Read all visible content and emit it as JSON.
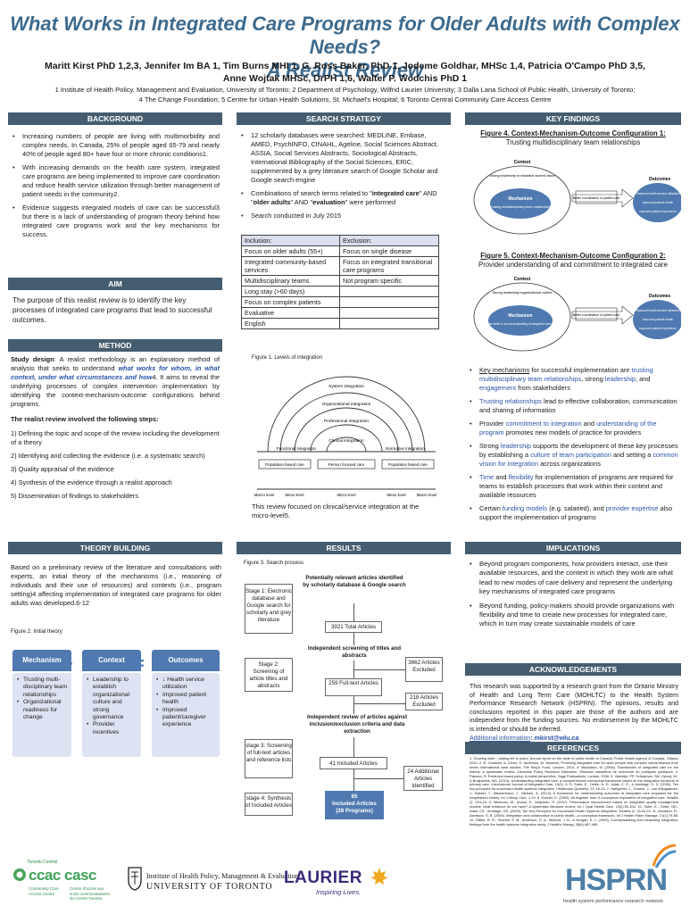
{
  "header": {
    "title_line1": "What Works in Integrated Care Programs for Older Adults with Complex Needs?",
    "title_line2": "A Realist Review",
    "authors_line1": "Maritt Kirst PhD 1,2,3, Jennifer Im BA 1, Tim Burns MHI 1, G. Ross Baker, PhD 1, Jodeme Goldhar, MHSc 1,4, Patricia O'Campo PhD 3,5,",
    "authors_line2": "Anne Wojtak MHSc, DrPH 1,6, Walter P. Wodchis PhD 1",
    "affiliations_line1": "1 Institute of Health Policy, Management and Evaluation, University of Toronto; 2 Department of Psychology, Wilfrid Laurier University; 3 Dalla Lana School of Public Health, University of Toronto;",
    "affiliations_line2": "4 The Change Foundation; 5 Centre for Urban Health Solutions, St. Michael's Hospital; 6 Toronto Central Community Care Access Centre"
  },
  "background": {
    "heading": "BACKGROUND",
    "bullets": [
      "Increasing numbers of people are living with multimorbidity and complex needs. In Canada, 25% of people aged 65-79 and nearly 40% of people aged 80+ have four or more chronic conditions1.",
      "With increasing demands on the health care system, integrated care programs are being implemented to improve care coordination and reduce health service utilization through better management of patient needs in the community2.",
      "Evidence suggests integrated models of care can be successful3 but there is a lack of understanding of program theory behind how integrated care programs work and the key mechanisms for success."
    ]
  },
  "aim": {
    "heading": "AIM",
    "text": "The purpose of this realist review is to identify the key processes of integrated care programs that lead to successful outcomes."
  },
  "method": {
    "heading": "METHOD",
    "design_label": "Study design",
    "design_text_1": ": A realist methodology is an explanatory method of analysis that seeks to understand ",
    "design_em": "what works for whom, in what context, under what circumstances and how",
    "design_text_2": "4. It aims to reveal the underlying processes of complex intervention implementation by identifying the context-mechanism-outcome configurations behind programs.",
    "steps_intro": "The realist review involved the following steps:",
    "steps": [
      "1)  Defining the topic and scope of the review including the development of a theory",
      "2)  Identifying and collecting the evidence (i.e. a systematic search)",
      "3)  Quality appraisal of the evidence",
      "4)  Synthesis of the evidence through a realist approach",
      "5)  Dissemination of findings to stakeholders"
    ]
  },
  "search": {
    "heading": "SEARCH STRATEGY",
    "bullet1": "12 scholarly databases were searched: MEDLINE, Embase, AMED, PsychINFO, CINAHL, Ageline, Social Sciences Abstract, ASSIA, Social Services Abstracts, Sociological Abstracts, International Bibliography of the Social Sciences, ERIC, supplemented by a grey literature search of Google Scholar and Google search engine",
    "bullet2_a": "Combinations of search terms related to \"",
    "bullet2_t1": "integrated care",
    "bullet2_b": "\" AND \"",
    "bullet2_t2": "older adults",
    "bullet2_c": "\" AND \"",
    "bullet2_t3": "evaluation",
    "bullet2_d": "\" were performed",
    "bullet3": "Search conducted in July 2015",
    "table_head": [
      "Inclusion:",
      "Exclusion:"
    ],
    "table_rows": [
      [
        "Focus on older adults (55+)",
        "Focus on single disease"
      ],
      [
        "Integrated community-based services",
        "Focus on integrated transitional care programs"
      ],
      [
        "Multidisciplinary teams",
        "Not program specific"
      ],
      [
        "Long stay (>60 days)",
        ""
      ],
      [
        "Focus on complex patients",
        ""
      ],
      [
        "Evaluative",
        ""
      ],
      [
        "English",
        ""
      ]
    ],
    "fig1_caption": "Figure 1. Levels of integration",
    "fig1_arcs": [
      "System integration",
      "Organizational integration",
      "Professional integration",
      "Clinical integration"
    ],
    "fig1_side": [
      "Functional integration",
      "Normative integration"
    ],
    "fig1_boxes": [
      "Population based care",
      "Person focused care",
      "Population based care"
    ],
    "fig1_levels": [
      "Macro level",
      "Meso level",
      "Micro level",
      "Meso level",
      "Macro level"
    ],
    "fig1_note": "This review focused on clinical/service integration at the micro-level5."
  },
  "findings": {
    "heading": "KEY FINDINGS",
    "fig4_title": "Figure 4. Context-Mechanism-Outcome Configuration 1:",
    "fig4_sub": "Trusting multidisciplinary team relationships",
    "fig5_title": "Figure 5. Context-Mechanism-Outcome Configuration 2:",
    "fig5_sub": "Provider understanding of and commitment to integrated care",
    "cmo": {
      "context": "Context",
      "mechanism": "Mechanism",
      "outcomes": "Outcomes",
      "arrow": "Better coordination of patient care",
      "cmo1_ctx": "Strong leadership to establish shared vision",
      "cmo1_mech": "Trusting multidisciplinary team relationships",
      "cmo1_out": [
        "Reduced health service utilization",
        "Improved patient health",
        "Improved patient experience"
      ],
      "cmo2_ctx": "Strong leadership/organizational culture",
      "cmo2_mech": "Provider belief in and understanding of integrated care model",
      "cmo2_out": [
        "Reduced health service utilization",
        "Improved patient health",
        "Improved patient experience"
      ]
    },
    "bullets": [
      {
        "parts": [
          [
            "Key mechanisms",
            "u"
          ],
          [
            " for successful implementation are ",
            ""
          ],
          [
            "trusting multidisciplinary team relationships",
            "b"
          ],
          [
            ", strong ",
            ""
          ],
          [
            "leadership",
            "b"
          ],
          [
            ", and ",
            ""
          ],
          [
            "engagement",
            "b"
          ],
          [
            " from stakeholders",
            ""
          ]
        ]
      },
      {
        "parts": [
          [
            "Trusting relationships",
            "b"
          ],
          [
            " lead to effective collaboration, communication and sharing of information",
            ""
          ]
        ]
      },
      {
        "parts": [
          [
            "Provider ",
            ""
          ],
          [
            "commitment to integration",
            "b"
          ],
          [
            " and ",
            ""
          ],
          [
            "understanding of the program",
            "b"
          ],
          [
            " promotes new models of practice for providers",
            ""
          ]
        ]
      },
      {
        "parts": [
          [
            "Strong ",
            ""
          ],
          [
            "leadership",
            "b"
          ],
          [
            " supports the development of these key processes by establishing a ",
            ""
          ],
          [
            "culture of team participation",
            "b"
          ],
          [
            " and setting a ",
            ""
          ],
          [
            "common vision for integration",
            "b"
          ],
          [
            " across organizations",
            ""
          ]
        ]
      },
      {
        "parts": [
          [
            "Time",
            "b"
          ],
          [
            " and ",
            ""
          ],
          [
            "flexibility",
            "b"
          ],
          [
            " for implementation of programs are required for teams to establish processes that work within their context and available resources",
            ""
          ]
        ]
      },
      {
        "parts": [
          [
            "Certain ",
            ""
          ],
          [
            "funding models",
            "b"
          ],
          [
            " (e.g. salaried), and ",
            ""
          ],
          [
            "provider expertise",
            "b"
          ],
          [
            " also support the implementation of programs",
            ""
          ]
        ]
      }
    ]
  },
  "theory": {
    "heading": "THEORY BUILDING",
    "text": "Based on a preliminary review of the literature and consultations with experts, an initial theory of the mechanisms (i.e., reasoning of individuals and their use of resources) and contexts (i.e., program setting)4 affecting implementation of integrated care programs for older adults was developed.6-12",
    "fig2_caption": "Figure 2. Initial theory",
    "plus": "+",
    "equals": "=",
    "mechanism": {
      "title": "Mechanism",
      "items": [
        "Trusting multi-disciplinary team relationships",
        "Organizational readiness for change"
      ]
    },
    "context": {
      "title": "Context",
      "items": [
        "Leadership to establish organizational culture and strong governance",
        "Provider incentives"
      ]
    },
    "outcomes": {
      "title": "Outcomes",
      "items": [
        "↓ Health service utilization",
        "Improved patient health",
        "Improved patient/caregiver experience"
      ]
    }
  },
  "results": {
    "heading": "RESULTS",
    "fig3_caption": "Figure 3. Search process",
    "stage1": "Stage 1: Electronic database and Google search for scholarly and grey literature",
    "stage2": "Stage 2: Screening of article titles and abstracts",
    "stage3": "stage 3: Screening of full-text articles and reference lists",
    "stage4": "stage 4: Synthesis of Included Articles",
    "n1": "Potentially relevant articles identified by scholarly database & Google search",
    "b1": "3921 Total Articles",
    "n2": "Independent screening of titles and abstracts",
    "x1": "3662 Articles Excluded",
    "b2": "259 Full-text Articles",
    "x2": "218 Articles Excluded",
    "n3": "Independent review of articles against inclusion/exclusion criteria and data extraction",
    "b3": "41 Included Articles",
    "x3": "24 Additional Articles Identified",
    "b4a": "65",
    "b4b": "Included Articles",
    "b4c": "(28 Programs)"
  },
  "implications": {
    "heading": "IMPLICATIONS",
    "bullets": [
      "Beyond program components, how providers interact, use their available resources, and the context in which they work are what lead to new modes of care delivery and represent the underlying key mechanisms of integrated care programs",
      "Beyond funding, policy-makers should provide organizations with flexibility and time to create new processes for integrated care, which in turn may create sustainable models of care"
    ]
  },
  "acknowledgements": {
    "heading": "ACKNOWLEDGEMENTS",
    "text": "This research was supported by a research grant from the Ontario Ministry of Health and Long Term Care (MOHLTC) to the Health System Performance Research Network (HSPRN). The opinions, results and conclusions reported in this paper are those of the authors and are independent from the funding sources. No endorsement by the MOHLTC is intended or should be inferred.",
    "info_label": "Additional information",
    "info_email": ": mkirst@wlu.ca"
  },
  "references": {
    "heading": "REFERENCES",
    "text": "1. Growing older - adding life to years, Annual report on the state of public health in Canada. Public Health Agency of Canada, Ottawa, 2010. 2. N. Goodwin, A. Dixon, G. Anderson, W. Wodchis, Providing integrated care for older people with complex needs:lessons from seven international case studies, The King's Fund, London, 2014. 3. MacAdam, M. (2008). Frameworks of integrated care for the elderly: a systematic review. Canadian Policy Research Networks= Réseaux canadiens de recherche en politiques publiques. 4. Pawson, R. Evidence-based policy: A realist perspective, Sage Publications, London, 2006. 5. Valentijn, PP, Schepman, SM, Opheij, W., & Bruijnzeels, MA. (2013). Understanding integrated care: a comprehensive conceptual framework based on the integrative functions of primary care. International Journal of Integrated Care, 13(1). 6. S. Suter, E., Oelke, N. D., Adair, C. E., & Armitage, G. D. (2009). Ten key principles for successful health systems integration. Healthcare Quarterly, 13, 16-23. 7. Hartgerink, J., Cramm, J., van Wijngaarden, J., Bakker, T., Mackenbach, J., Nieboer, A. (2013). A framework for understanding outcomes of integrated care programs for the hospitalized elderly. Int J Integr Care. 1-20. 8. Kodner, D. (2009). All together now: A conceptual exploration of integrated care. Healthc Q. 13:6-15. 9. Minkman, M., Ahaus, K., Huijsman, R. (2007). Performance improvement based on integrated quality management models: what evidence do we have? A systematic literature review. Int J Qual Health Care. 19(2):90-104. 10. Suter, E., Oelke, ND., Adair, CE., Armitage, GD. (2009). Ten Key Principles for Successful Health Systems Integration. Healthc Q. 13:16-23. 11. Axelsson, R., Axelsson, S. B. (2006). Integration and collaboration in public health—a conceptual framework. Int J Health Plann Manage. 21(1):75-88. 12. Gillies, R. R., Shortell, S. M., Anderson, D. A., Mitchell, J. B., & Morgan, K. L. (1993). Conceptualizing and measuring integration: findings from the health systems integration study. J Healthc Manag, 38(4):467-489."
  },
  "logos": {
    "ccac_top": "Toronto Central",
    "ccac_mark": "ccac casc",
    "ccac_en": "Community Care Access Centre",
    "ccac_fr": "Centre d'accès aux soins communautaires du Centre-Toronto",
    "uoft_line1": "Institute of Health Policy, Management & Evaluation",
    "uoft_line2": "UNIVERSITY OF TORONTO",
    "laurier_name": "LAURIER",
    "laurier_tag": "Inspiring Lives.",
    "hsprn_name": "HSPRN",
    "hsprn_tag": "health system performance research network"
  },
  "colors": {
    "header_bar": "#455d70",
    "title": "#3d6a8e",
    "accent_blue": "#2a54a8",
    "box_blue": "#4f79b0",
    "box_light": "#dde3f2"
  }
}
